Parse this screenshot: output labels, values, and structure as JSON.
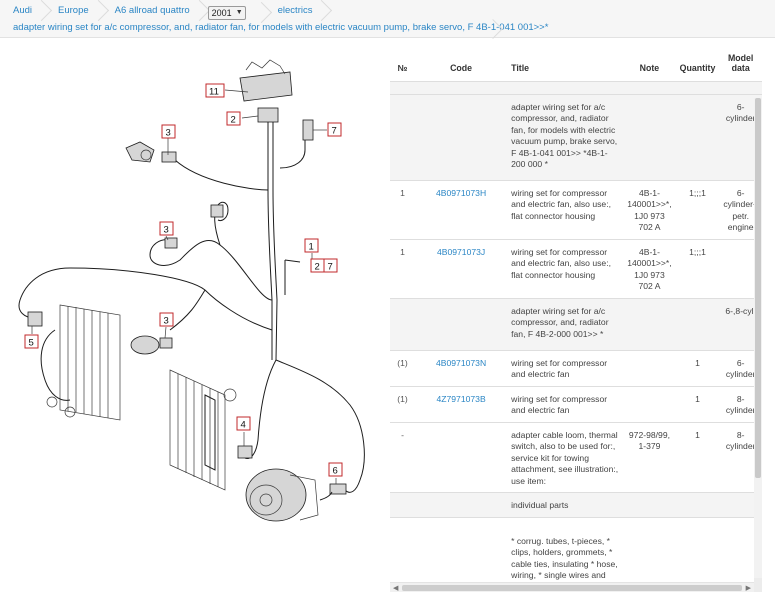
{
  "breadcrumb": {
    "items": [
      "Audi",
      "Europe",
      "A6 allroad quattro"
    ],
    "year": "2001",
    "section": "electrics",
    "subtitle": "adapter wiring set for a/c compressor, and, radiator fan, for models with electric vacuum pump, brake servo, F 4B-1-041 001>>*"
  },
  "diagram": {
    "callouts": [
      "11",
      "2",
      "3",
      "7",
      "3",
      "1",
      "2",
      "7",
      "5",
      "3",
      "4",
      "6"
    ]
  },
  "table": {
    "headers": {
      "no": "№",
      "code": "Code",
      "title": "Title",
      "note": "Note",
      "quantity": "Quantity",
      "model_data": "Model data"
    },
    "rows": [
      {
        "no": "",
        "code": "",
        "title": "",
        "note": "",
        "qty": "",
        "model": ""
      },
      {
        "no": "",
        "code": "",
        "title": "adapter wiring set for a/c compressor, and, radiator fan, for models with electric vacuum pump, brake servo, F 4B-1-041 001>> *4B-1-200 000 *",
        "note": "",
        "qty": "",
        "model": "6-cylinder"
      },
      {
        "no": "1",
        "code": "4B0971073H",
        "title": "wiring set for compressor and electric fan, also use:, flat connector housing",
        "note": "4B-1-140001>>*, 1J0 973 702 A",
        "qty": "1;;;1",
        "model": "6-cylinder+ petr. engine"
      },
      {
        "no": "1",
        "code": "4B0971073J",
        "title": "wiring set for compressor and electric fan, also use:, flat connector housing",
        "note": "4B-1-140001>>*, 1J0 973 702 A",
        "qty": "1;;;1",
        "model": ""
      },
      {
        "no": "",
        "code": "",
        "title": "adapter wiring set for a/c compressor, and, radiator fan, F 4B-2-000 001>> *",
        "note": "",
        "qty": "",
        "model": "6-,8-cyl."
      },
      {
        "no": "(1)",
        "code": "4B0971073N",
        "title": "wiring set for compressor and electric fan",
        "note": "",
        "qty": "1",
        "model": "6-cylinder"
      },
      {
        "no": "(1)",
        "code": "4Z7971073B",
        "title": "wiring set for compressor and electric fan",
        "note": "",
        "qty": "1",
        "model": "8-cylinder"
      },
      {
        "no": "-",
        "code": "",
        "title": "adapter cable loom, thermal switch, also to be used for:, service kit for towing attachment, see illustration:, use item:",
        "note": "972-98/99, 1-379",
        "qty": "1",
        "model": "8-cylinder"
      },
      {
        "no": "",
        "code": "",
        "title": "individual parts",
        "note": "",
        "qty": "",
        "model": ""
      },
      {
        "no": "",
        "code": "",
        "title": "* corrug. tubes, t-pieces, * clips, holders, grommets, * cable ties, insulating * hose, wiring, * single wires and seals * see special catalogue: * electrical * connecting elements",
        "note": "",
        "qty": "",
        "model": ""
      }
    ]
  }
}
